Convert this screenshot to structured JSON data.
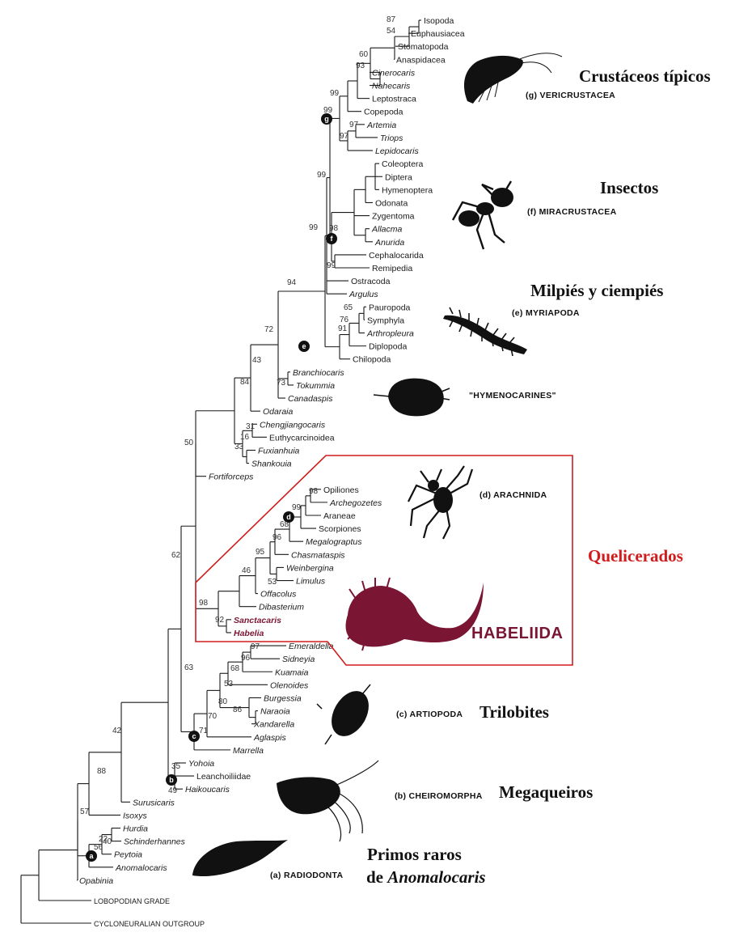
{
  "tips": [
    {
      "label": "Isopoda",
      "italic": false
    },
    {
      "label": "Euphausiacea",
      "italic": false
    },
    {
      "label": "Stomatopoda",
      "italic": false
    },
    {
      "label": "Anaspidacea",
      "italic": false
    },
    {
      "label": "Cinerocaris",
      "italic": true
    },
    {
      "label": "Nahecaris",
      "italic": true
    },
    {
      "label": "Leptostraca",
      "italic": false
    },
    {
      "label": "Copepoda",
      "italic": false
    },
    {
      "label": "Artemia",
      "italic": true
    },
    {
      "label": "Triops",
      "italic": true
    },
    {
      "label": "Lepidocaris",
      "italic": true
    },
    {
      "label": "Coleoptera",
      "italic": false
    },
    {
      "label": "Diptera",
      "italic": false
    },
    {
      "label": "Hymenoptera",
      "italic": false
    },
    {
      "label": "Odonata",
      "italic": false
    },
    {
      "label": "Zygentoma",
      "italic": false
    },
    {
      "label": "Allacma",
      "italic": true
    },
    {
      "label": "Anurida",
      "italic": true
    },
    {
      "label": "Cephalocarida",
      "italic": false
    },
    {
      "label": "Remipedia",
      "italic": false
    },
    {
      "label": "Ostracoda",
      "italic": false
    },
    {
      "label": "Argulus",
      "italic": true
    },
    {
      "label": "Pauropoda",
      "italic": false
    },
    {
      "label": "Symphyla",
      "italic": false
    },
    {
      "label": "Arthropleura",
      "italic": true
    },
    {
      "label": "Diplopoda",
      "italic": false
    },
    {
      "label": "Chilopoda",
      "italic": false
    },
    {
      "label": "Branchiocaris",
      "italic": true
    },
    {
      "label": "Tokummia",
      "italic": true
    },
    {
      "label": "Canadaspis",
      "italic": true
    },
    {
      "label": "Odaraia",
      "italic": true
    },
    {
      "label": "Chengjiangocaris",
      "italic": true
    },
    {
      "label": "Euthycarcinoidea",
      "italic": false
    },
    {
      "label": "Fuxianhuia",
      "italic": true
    },
    {
      "label": "Shankouia",
      "italic": true
    },
    {
      "label": "Fortiforceps",
      "italic": true
    },
    {
      "label": "Opiliones",
      "italic": false
    },
    {
      "label": "Archegozetes",
      "italic": true
    },
    {
      "label": "Araneae",
      "italic": false
    },
    {
      "label": "Scorpiones",
      "italic": false
    },
    {
      "label": "Megalograptus",
      "italic": true
    },
    {
      "label": "Chasmataspis",
      "italic": true
    },
    {
      "label": "Weinbergina",
      "italic": true
    },
    {
      "label": "Limulus",
      "italic": true
    },
    {
      "label": "Offacolus",
      "italic": true
    },
    {
      "label": "Dibasterium",
      "italic": true
    },
    {
      "label": "Sanctacaris",
      "italic": true,
      "highlight": true
    },
    {
      "label": "Habelia",
      "italic": true,
      "highlight": true
    },
    {
      "label": "Emeraldella",
      "italic": true
    },
    {
      "label": "Sidneyia",
      "italic": true
    },
    {
      "label": "Kuamaia",
      "italic": true
    },
    {
      "label": "Olenoides",
      "italic": true
    },
    {
      "label": "Burgessia",
      "italic": true
    },
    {
      "label": "Naraoia",
      "italic": true
    },
    {
      "label": "Xandarella",
      "italic": true
    },
    {
      "label": "Aglaspis",
      "italic": true
    },
    {
      "label": "Marrella",
      "italic": true
    },
    {
      "label": "Yohoia",
      "italic": true
    },
    {
      "label": "Leanchoiliidae",
      "italic": false
    },
    {
      "label": "Haikoucaris",
      "italic": true
    },
    {
      "label": "Surusicaris",
      "italic": true
    },
    {
      "label": "Isoxys",
      "italic": true
    },
    {
      "label": "Hurdia",
      "italic": true
    },
    {
      "label": "Schinderhannes",
      "italic": true
    },
    {
      "label": "Peytoia",
      "italic": true
    },
    {
      "label": "Anomalocaris",
      "italic": true
    },
    {
      "label": "Opabinia",
      "italic": true
    },
    {
      "label": "LOBOPODIAN GRADE",
      "italic": false,
      "small": true
    },
    {
      "label": "CYCLONEURALIAN OUTGROUP",
      "italic": false,
      "small": true
    }
  ],
  "support_values": [
    "87",
    "54",
    "93",
    "60",
    "99",
    "99",
    "97",
    "97",
    "99",
    "98",
    "99",
    "99",
    "94",
    "65",
    "76",
    "91",
    "72",
    "43",
    "73",
    "84",
    "31",
    "16",
    "33",
    "50",
    "98",
    "99",
    "68",
    "96",
    "95",
    "46",
    "53",
    "98",
    "92",
    "62",
    "97",
    "96",
    "68",
    "53",
    "80",
    "86",
    "70",
    "71",
    "63",
    "42",
    "88",
    "35",
    "49",
    "57",
    "40",
    "22",
    "56"
  ],
  "node_labels": [
    "a",
    "b",
    "c",
    "d",
    "e",
    "f",
    "g"
  ],
  "groups": {
    "g": "(g) VERICRUSTACEA",
    "f": "(f) MIRACRUSTACEA",
    "e": "(e) MYRIAPODA",
    "hymeno": "\"HYMENOCARINES\"",
    "d": "(d) ARACHNIDA",
    "habeliida": "HABELIIDA",
    "c": "(c) ARTIOPODA",
    "b": "(b) CHEIROMORPHA",
    "a": "(a) RADIODONTA"
  },
  "spanish": {
    "g": "Crustáceos típicos",
    "f": "Insectos",
    "e": "Milpiés y ciempiés",
    "d": "Quelicerados",
    "c": "Trilobites",
    "b": "Megaqueiros",
    "a_line1": "Primos raros",
    "a_line2_prefix": "de",
    "a_line2_italic": "Anomalocaris"
  },
  "colors": {
    "branch": "#1a1a1a",
    "highlight_box": "#d01c1c",
    "habeliida": "#7a1533",
    "silhouette": "#111111"
  }
}
